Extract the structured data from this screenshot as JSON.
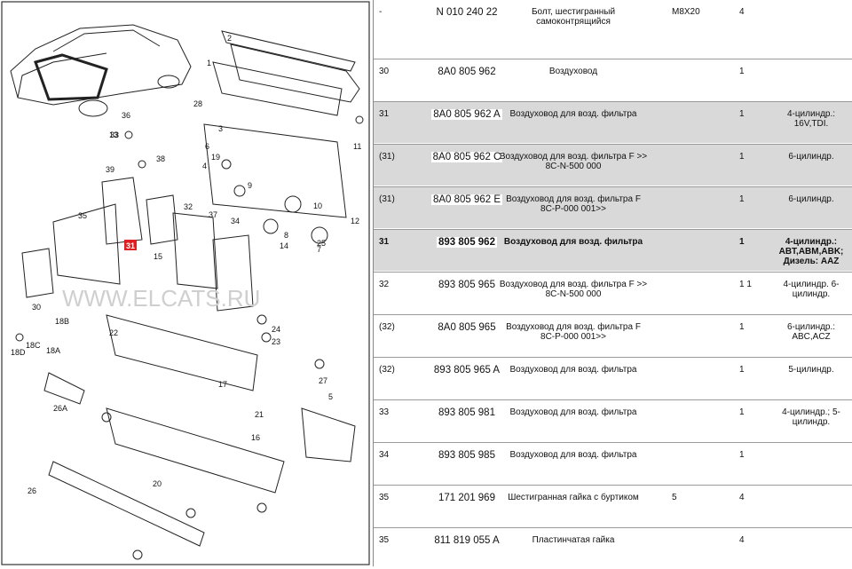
{
  "diagram": {
    "watermark": "WWW.ELCATS.RU",
    "highlight_label": "31",
    "callouts": [
      "1",
      "2",
      "3",
      "4",
      "5",
      "6",
      "7",
      "8",
      "9",
      "10",
      "11",
      "12",
      "13",
      "14",
      "15",
      "16",
      "17",
      "18A",
      "18B",
      "18C",
      "18D",
      "19",
      "20",
      "21",
      "22",
      "23",
      "24",
      "25",
      "26",
      "26A",
      "27",
      "28",
      "30",
      "32",
      "33",
      "34",
      "35",
      "36",
      "37",
      "38",
      "39"
    ]
  },
  "rows": [
    {
      "pos": "-",
      "pn": "N 010 240 22",
      "name": "Болт, шестигранный самоконтрящийся",
      "spec": "M8X20",
      "qty": "4",
      "note": ""
    },
    {
      "pos": "30",
      "pn": "8A0 805 962",
      "name": "Воздуховод",
      "spec": "",
      "qty": "1",
      "note": ""
    },
    {
      "pos": "31",
      "pn": "8A0 805 962 A",
      "name": "Воздуховод для возд. фильтра",
      "spec": "",
      "qty": "1",
      "note": "4-цилиндр.: 16V,TDI."
    },
    {
      "pos": "(31)",
      "pn": "8A0 805 962 C",
      "name": "Воздуховод для возд. фильтра F >> 8C-N-500 000",
      "spec": "",
      "qty": "1",
      "note": "6-цилиндр."
    },
    {
      "pos": "(31)",
      "pn": "8A0 805 962 E",
      "name": "Воздуховод для возд. фильтра F 8C-P-000 001>>",
      "spec": "",
      "qty": "1",
      "note": "6-цилиндр."
    },
    {
      "pos": "31",
      "pn": "893 805 962",
      "name": "Воздуховод для возд. фильтра",
      "spec": "",
      "qty": "1",
      "note": "4-цилиндр.: ABT,ABM,ABK; Дизель: AAZ"
    },
    {
      "pos": "32",
      "pn": "893 805 965",
      "name": "Воздуховод для возд. фильтра F >> 8C-N-500 000",
      "spec": "",
      "qty": "1 1",
      "note": "4-цилиндр. 6-цилиндр."
    },
    {
      "pos": "(32)",
      "pn": "8A0 805 965",
      "name": "Воздуховод для возд. фильтра F 8C-P-000 001>>",
      "spec": "",
      "qty": "1",
      "note": "6-цилиндр.: ABC,ACZ"
    },
    {
      "pos": "(32)",
      "pn": "893 805 965 A",
      "name": "Воздуховод для возд. фильтра",
      "spec": "",
      "qty": "1",
      "note": "5-цилиндр."
    },
    {
      "pos": "33",
      "pn": "893 805 981",
      "name": "Воздуховод для возд. фильтра",
      "spec": "",
      "qty": "1",
      "note": "4-цилиндр.; 5-цилиндр."
    },
    {
      "pos": "34",
      "pn": "893 805 985",
      "name": "Воздуховод для возд. фильтра",
      "spec": "",
      "qty": "1",
      "note": ""
    },
    {
      "pos": "35",
      "pn": "171 201 969",
      "name": "Шестигранная гайка с буртиком",
      "spec": "5",
      "qty": "4",
      "note": ""
    },
    {
      "pos": "35",
      "pn": "811 819 055 A",
      "name": "Пластинчатая гайка",
      "spec": "",
      "qty": "4",
      "note": ""
    }
  ]
}
